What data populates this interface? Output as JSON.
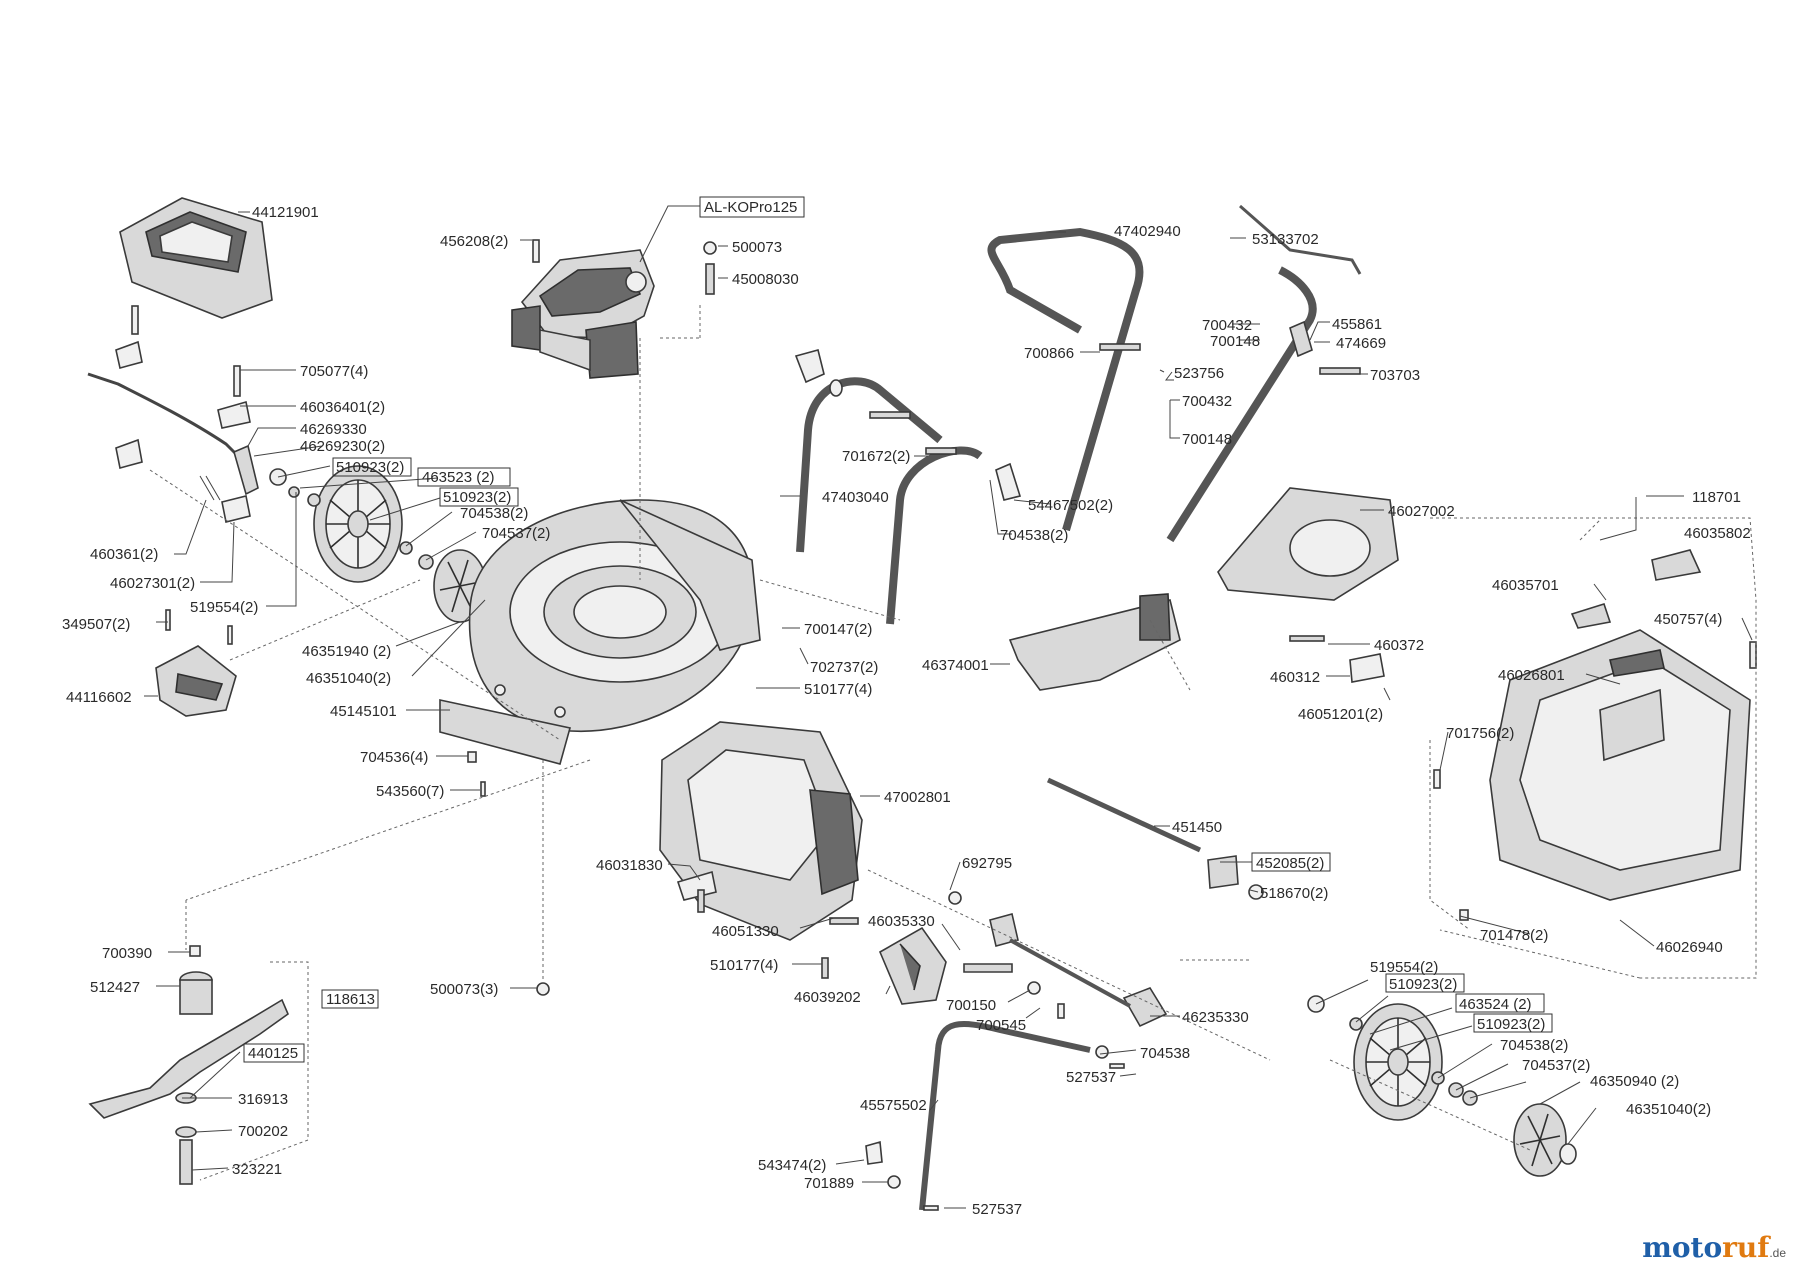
{
  "labels": {
    "l_44121901": "44121901",
    "l_705077": "705077(4)",
    "l_46036401": "46036401(2)",
    "l_46269330": "46269330",
    "l_46269230": "46269230(2)",
    "l_510923a": "510923(2)",
    "l_463523": "463523 (2)",
    "l_510923b": "510923(2)",
    "l_704538a": "704538(2)",
    "l_704537a": "704537(2)",
    "l_460361": "460361(2)",
    "l_46027301": "46027301(2)",
    "l_519554a": "519554(2)",
    "l_349507": "349507(2)",
    "l_46351940a": "46351940 (2)",
    "l_46351040a": "46351040(2)",
    "l_44116602": "44116602",
    "l_45145101": "45145101",
    "l_704536": "704536(4)",
    "l_543560": "543560(7)",
    "l_456208": "456208(2)",
    "l_alko": "AL-KOPro125",
    "l_500073a": "500073",
    "l_45008030": "45008030",
    "l_700147": "700147(2)",
    "l_702737": "702737(2)",
    "l_510177a": "510177(4)",
    "l_701672": "701672(2)",
    "l_47403040": "47403040",
    "l_704538b": "704538(2)",
    "l_54467502": "54467502(2)",
    "l_47402940": "47402940",
    "l_53133702": "53133702",
    "l_700432a": "700432",
    "l_700148a": "700148",
    "l_455861": "455861",
    "l_474669": "474669",
    "l_700866": "700866",
    "l_523756": "523756",
    "l_703703": "703703",
    "l_700432b": "700432",
    "l_700148b": "700148",
    "l_46027002": "46027002",
    "l_46374001": "46374001",
    "l_460372": "460372",
    "l_460312": "460312",
    "l_46051201": "46051201(2)",
    "l_118701": "118701",
    "l_46035802": "46035802",
    "l_46035701": "46035701",
    "l_450757": "450757(4)",
    "l_46026801": "46026801",
    "l_701756": "701756(2)",
    "l_701478": "701478(2)",
    "l_46026940": "46026940",
    "l_47002801": "47002801",
    "l_46031830": "46031830",
    "l_46051330": "46051330",
    "l_510177b": "510177(4)",
    "l_46039202": "46039202",
    "l_46035330": "46035330",
    "l_692795": "692795",
    "l_700150": "700150",
    "l_700545": "700545",
    "l_451450": "451450",
    "l_452085": "452085(2)",
    "l_518670": "518670(2)",
    "l_46235330": "46235330",
    "l_704538c": "704538",
    "l_527537a": "527537",
    "l_45575502": "45575502",
    "l_543474": "543474(2)",
    "l_701889": "701889",
    "l_527537b": "527537",
    "l_519554b": "519554(2)",
    "l_510923c": "510923(2)",
    "l_463524": "463524 (2)",
    "l_510923d": "510923(2)",
    "l_704538d": "704538(2)",
    "l_704537b": "704537(2)",
    "l_46350940": "46350940 (2)",
    "l_46351040b": "46351040(2)",
    "l_700390": "700390",
    "l_512427": "512427",
    "l_118613": "118613",
    "l_440125": "440125",
    "l_316913": "316913",
    "l_700202": "700202",
    "l_323221": "323221",
    "l_500073b": "500073(3)"
  },
  "watermark": {
    "brand_main": "moto",
    "brand_accent": "ruf",
    "suffix": ".de"
  }
}
